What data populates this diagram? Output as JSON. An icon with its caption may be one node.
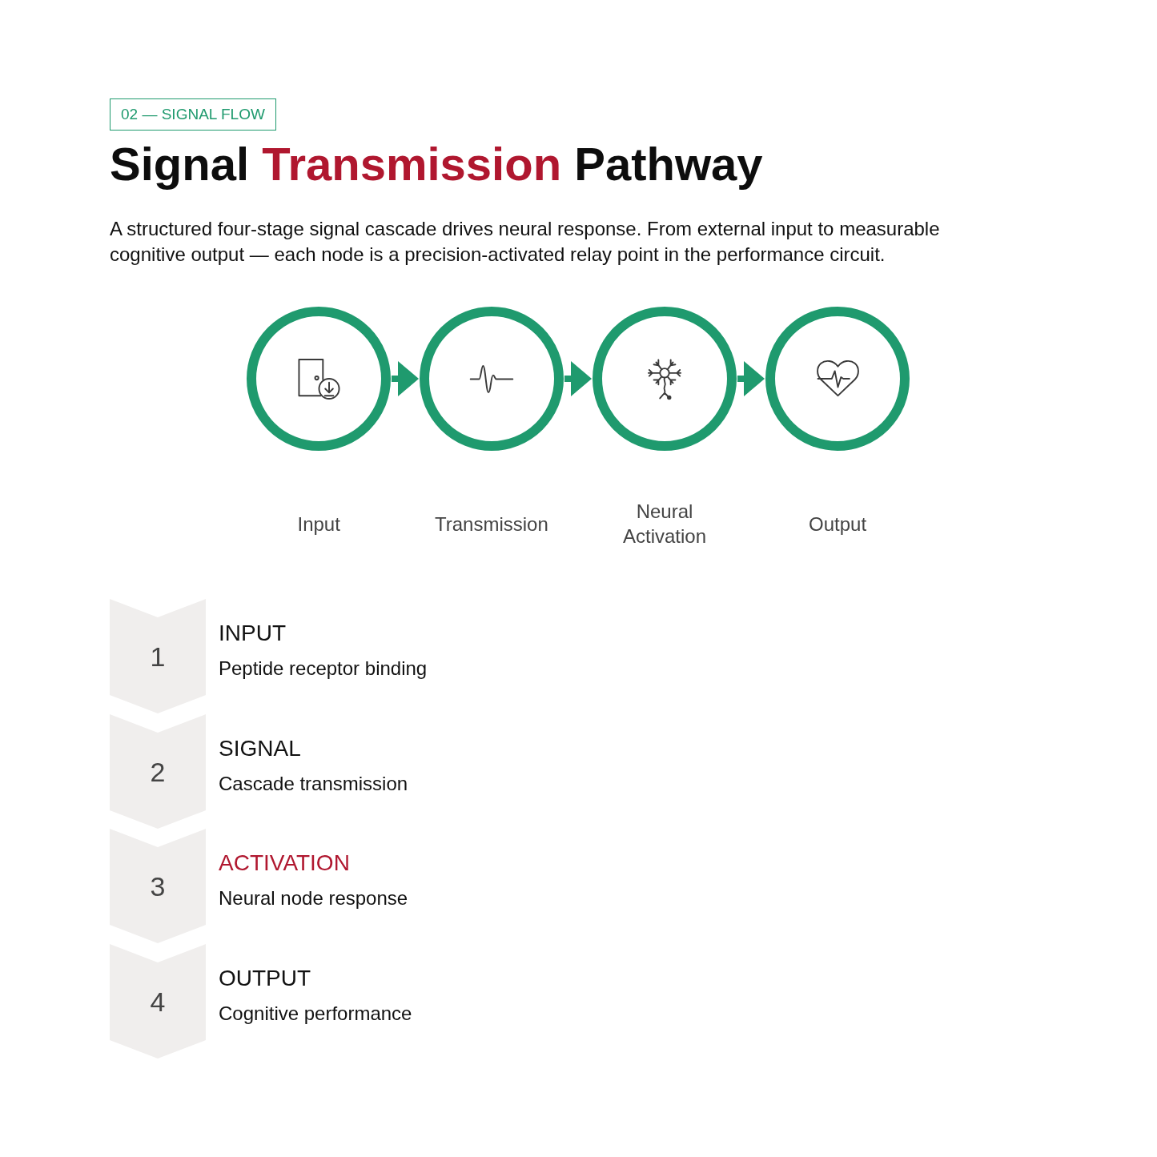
{
  "diagram": {
    "title": "Signal **Transmission** Pathway",
    "nodes": [
      {
        "text": [],
        "shape": "circle",
        "beside": [
          "Input"
        ]
      },
      {
        "text": [],
        "shape": "circle",
        "beside": [
          "Transmission"
        ]
      },
      {
        "text": [],
        "shape": "circle",
        "beside": [
          "Neural Activation"
        ]
      },
      {
        "text": [],
        "shape": "circle",
        "beside": [
          "Output"
        ]
      },
      {
        "text": [
          "1"
        ],
        "beside": [
          "INPUT",
          "Peptide receptor binding"
        ]
      },
      {
        "text": [
          "2"
        ],
        "beside": [
          "SIGNAL",
          "Cascade transmission"
        ]
      },
      {
        "text": [
          "3"
        ],
        "beside": [
          "ACTIVATION",
          "Neural node response"
        ]
      },
      {
        "text": [
          "4"
        ],
        "beside": [
          "OUTPUT",
          "Cognitive performance"
        ]
      }
    ],
    "edges": [
      {
        "from": 0,
        "to": 1,
        "arrow": "to"
      },
      {
        "from": 1,
        "to": 2,
        "arrow": "to"
      },
      {
        "from": 2,
        "to": 3,
        "arrow": "to"
      }
    ],
    "labels": [
      "02 — SIGNAL FLOW",
      "A structured four-stage signal cascade drives neural response. From external input to measurable cognitive output — each node is a precision-activated relay point in the performance circuit."
    ]
  }
}
